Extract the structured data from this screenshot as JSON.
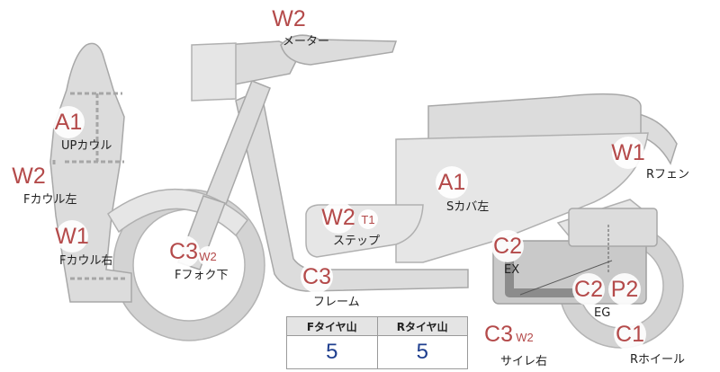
{
  "colors": {
    "part_fill": "#dcdcdc",
    "part_stroke": "#a8a8a8",
    "badge": "#b44a4a",
    "value": "#1f3f8f"
  },
  "parts": {
    "meter": {
      "badge": "W2",
      "label": "メーター"
    },
    "up_cowl": {
      "badge": "A1",
      "label": "UPカウル"
    },
    "f_cowl_left": {
      "badge": "W2",
      "label": "Fカウル左"
    },
    "f_cowl_right": {
      "badge": "W1",
      "label": "Fカウル右"
    },
    "f_fork_bottom": {
      "badge": "C3",
      "badge2": "W2",
      "label": "Fフォク下"
    },
    "frame": {
      "badge": "C3",
      "label": "フレーム"
    },
    "step": {
      "badge": "W2",
      "badge2": "T1",
      "label": "ステップ"
    },
    "s_cover_left": {
      "badge": "A1",
      "label": "Sカバ左"
    },
    "r_fender": {
      "badge": "W1",
      "label": "Rフェン"
    },
    "exhaust": {
      "badge": "C2",
      "label": "EX"
    },
    "engine": {
      "badge": "C2",
      "badge2": "P2",
      "label": "EG"
    },
    "silencer_right": {
      "badge": "C3",
      "badge2": "W2",
      "label": "サイレ右"
    },
    "r_wheel": {
      "badge": "C1",
      "label": "Rホイール"
    }
  },
  "tread_table": {
    "headers": [
      "Fタイヤ山",
      "Rタイヤ山"
    ],
    "values": [
      "5",
      "5"
    ]
  }
}
